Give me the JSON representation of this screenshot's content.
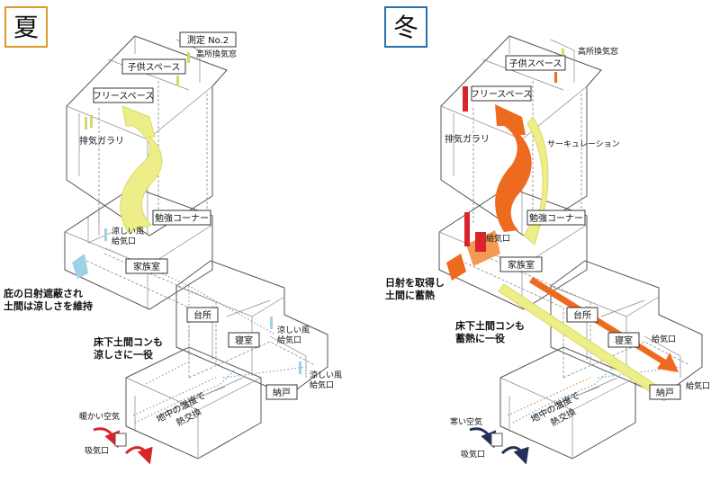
{
  "colors": {
    "summer_frame": "#e09a2a",
    "winter_frame": "#2a6fb0",
    "yellow_flow": "#eeee88",
    "yellow_flow_edge": "#d8d868",
    "orange_flow": "#ee6a1e",
    "red_vent": "#d8242a",
    "cool_blue": "#9fd0e6",
    "cold_navy": "#22305a"
  },
  "summer": {
    "season_char": "夏",
    "measure_no2": "測定 No.2",
    "high_window": "高所換気窓",
    "kids_space": "子供スペース",
    "free_space": "フリースペース",
    "exhaust_gallery": "排気ガラリ",
    "cool_breeze_1": "涼しい風",
    "supply_port_1": "給気口",
    "study_corner": "勉強コーナー",
    "family_room": "家族室",
    "eave_note_1": "庇の日射遮蔽され",
    "eave_note_2": "土間は涼しさを維持",
    "kitchen": "台所",
    "bedroom": "寝室",
    "cool_breeze_2": "涼しい風",
    "supply_port_2": "給気口",
    "cool_breeze_3": "涼しい風",
    "supply_port_3": "給気口",
    "storage": "納戸",
    "floor_note_1": "床下土間コンも",
    "floor_note_2": "涼しさに一役",
    "warm_air": "暖かい空気",
    "intake_port": "吸気口",
    "underground_1": "地中の温度で",
    "underground_2": "熱交換"
  },
  "winter": {
    "season_char": "冬",
    "high_window": "高所換気窓",
    "kids_space": "子供スペース",
    "free_space": "フリースペース",
    "exhaust_gallery": "排気ガラリ",
    "circulation": "サーキュレーション",
    "supply_port_1": "給気口",
    "study_corner": "勉強コーナー",
    "family_room": "家族室",
    "sun_note_1": "日射を取得し",
    "sun_note_2": "土間に蓄熱",
    "kitchen": "台所",
    "bedroom": "寝室",
    "supply_port_2": "給気口",
    "supply_port_3": "給気口",
    "storage": "納戸",
    "floor_note_1": "床下土間コンも",
    "floor_note_2": "蓄熱に一役",
    "cold_air": "寒い空気",
    "intake_port": "吸気口",
    "underground_1": "地中の温度で",
    "underground_2": "熱交換"
  }
}
